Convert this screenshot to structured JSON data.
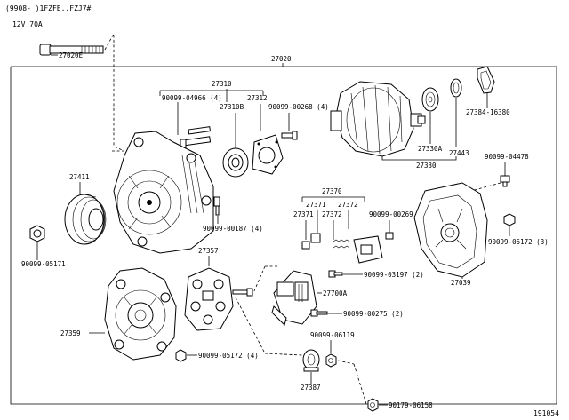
{
  "header": {
    "model_line": "(9908-    )1FZFE..FZJ7#",
    "spec_line": "12V 70A"
  },
  "callouts": {
    "p27020E": "27020E",
    "p27020": "27020",
    "p27310": "27310",
    "p90099_04966": "90099-04966 (4)",
    "p27310B": "27310B",
    "p27312": "27312",
    "p90099_00268": "90099-00268 (4)",
    "p27384_16380": "27384-16380",
    "p27330A": "27330A",
    "p27443": "27443",
    "p27330": "27330",
    "p27411": "27411",
    "p90099_04478": "90099-04478",
    "p27370": "27370",
    "p27371a": "27371",
    "p27371b": "27371",
    "p27372a": "27372",
    "p27372b": "27372",
    "p90099_00269": "90099-00269",
    "p90099_00187": "90099-00187 (4)",
    "p90099_05172_3": "90099-05172 (3)",
    "p90099_05171": "90099-05171",
    "p27357": "27357",
    "p90099_03197": "90099-03197 (2)",
    "p27700A": "27700A",
    "p27039": "27039",
    "p27359": "27359",
    "p90099_00275": "90099-00275 (2)",
    "p90099_06119": "90099-06119",
    "p90099_05172_1": "90099-05172 (4)",
    "p27387": "27387",
    "p90179_06158": "90179-06158",
    "ref_number": "191054"
  }
}
